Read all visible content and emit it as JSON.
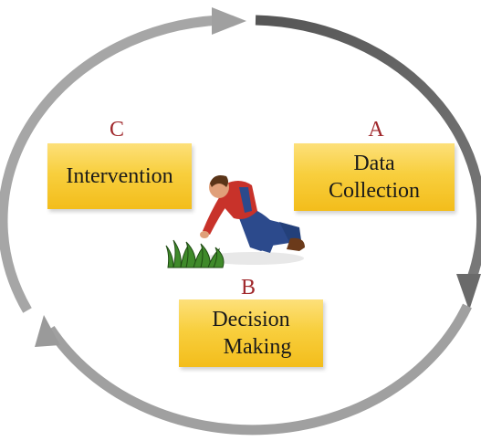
{
  "steps": [
    {
      "letter": "A",
      "line1": "Data",
      "line2": "Collection"
    },
    {
      "letter": "B",
      "line1": "Decision",
      "line2": "Making"
    },
    {
      "letter": "C",
      "line1": "Intervention",
      "line2": ""
    }
  ],
  "colors": {
    "arc_light": "#9a9a9a",
    "arc_dark": "#6f6f6f",
    "letter": "#a0282c",
    "box_top": "#fde07a",
    "box_bottom": "#f3bd1b",
    "shirt": "#c8322a",
    "overalls": "#2c4a8c",
    "grass": "#3f8a2a"
  },
  "figure": {
    "icon": "farmer-kneeling-over-grass-icon"
  }
}
